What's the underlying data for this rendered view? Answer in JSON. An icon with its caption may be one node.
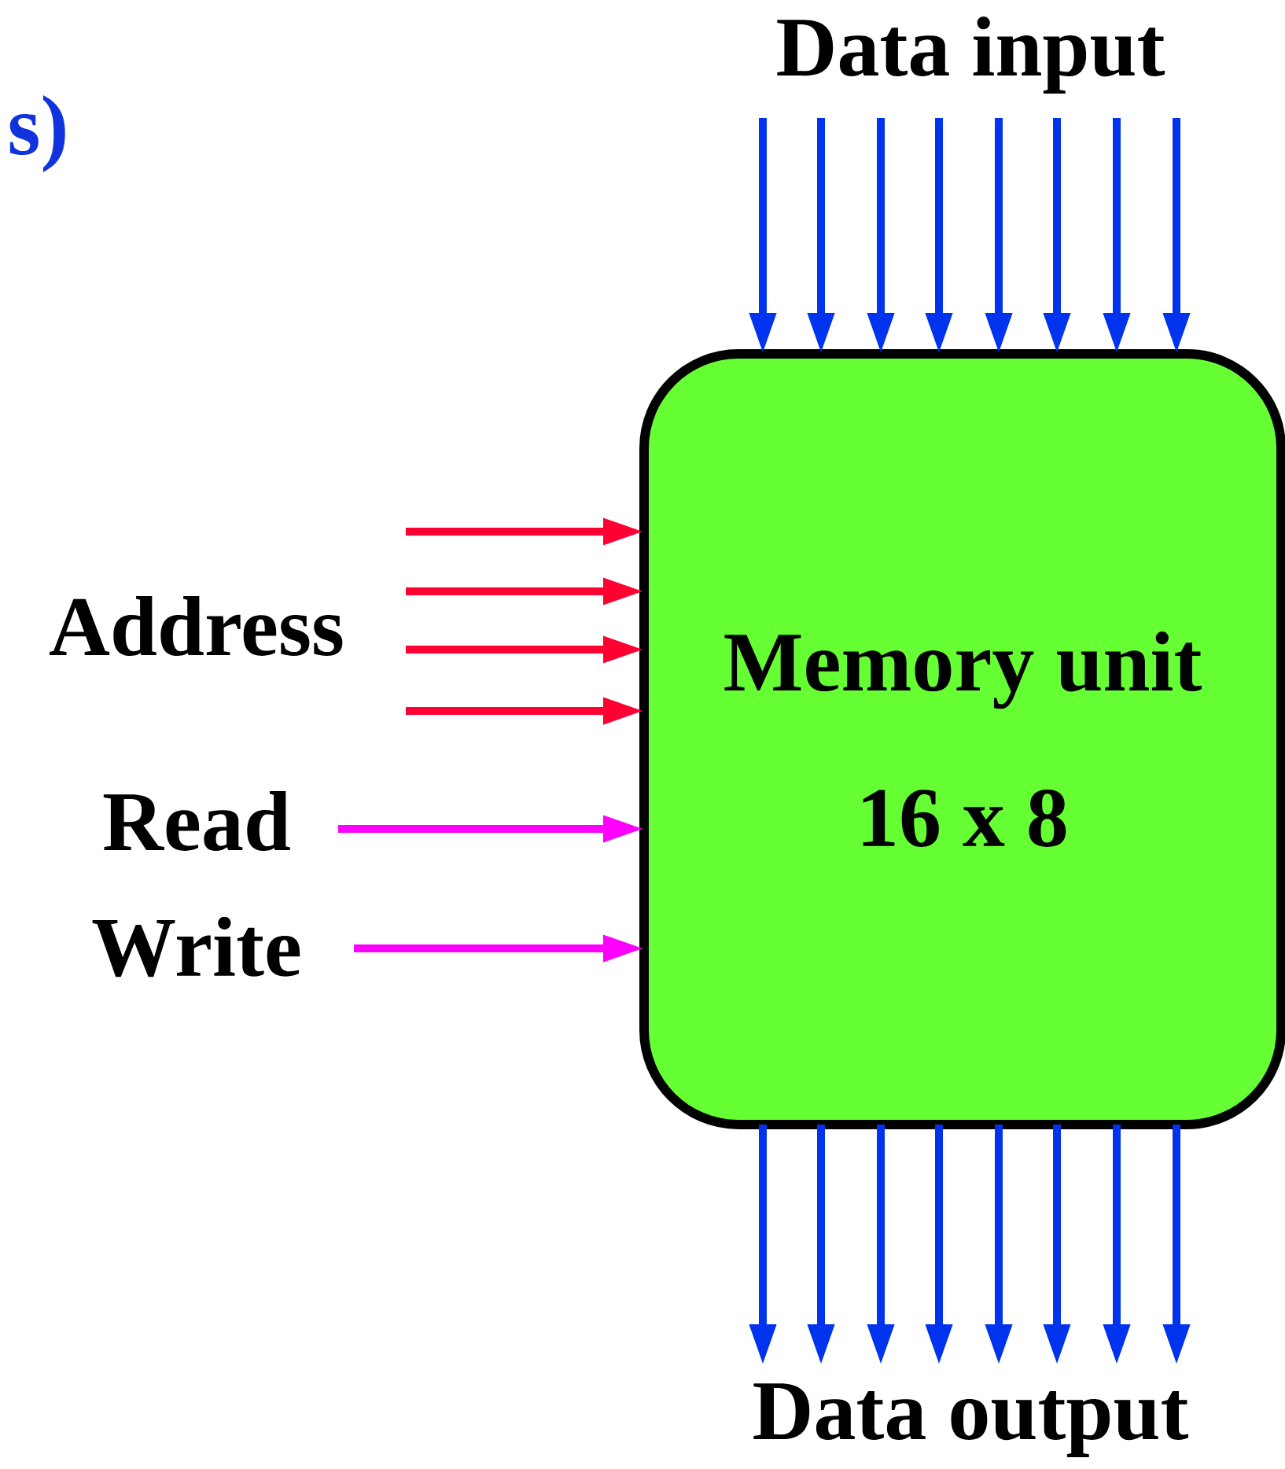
{
  "diagram": {
    "title": "s)",
    "nodes": [
      {
        "text": [
          "Memory unit",
          "16 x 8"
        ]
      },
      {
        "text": [
          "Data input"
        ]
      },
      {
        "text": [
          "Address"
        ]
      },
      {
        "text": [
          "Read"
        ]
      },
      {
        "text": [
          "Write"
        ]
      },
      {
        "text": [
          "Data output"
        ]
      }
    ],
    "edges": [
      {
        "from": 1,
        "to": 0,
        "arrow": "to"
      },
      {
        "from": 1,
        "to": 0,
        "arrow": "to"
      },
      {
        "from": 1,
        "to": 0,
        "arrow": "to"
      },
      {
        "from": 1,
        "to": 0,
        "arrow": "to"
      },
      {
        "from": 1,
        "to": 0,
        "arrow": "to"
      },
      {
        "from": 1,
        "to": 0,
        "arrow": "to"
      },
      {
        "from": 1,
        "to": 0,
        "arrow": "to"
      },
      {
        "from": 1,
        "to": 0,
        "arrow": "to"
      },
      {
        "from": 2,
        "to": 0,
        "arrow": "to",
        "color": "#ff0033"
      },
      {
        "from": 2,
        "to": 0,
        "arrow": "to",
        "color": "#ff0033"
      },
      {
        "from": 2,
        "to": 0,
        "arrow": "to",
        "color": "#ff0033"
      },
      {
        "from": 2,
        "to": 0,
        "arrow": "to",
        "color": "#ff0033"
      },
      {
        "from": 3,
        "to": 0,
        "arrow": "to",
        "color": "#ff00ff"
      },
      {
        "from": 4,
        "to": 0,
        "arrow": "to",
        "color": "#ff00ff"
      },
      {
        "from": 0,
        "to": 5,
        "arrow": "to"
      },
      {
        "from": 0,
        "to": 5,
        "arrow": "to"
      },
      {
        "from": 0,
        "to": 5,
        "arrow": "to"
      },
      {
        "from": 0,
        "to": 5,
        "arrow": "to"
      },
      {
        "from": 0,
        "to": 5,
        "arrow": "to"
      },
      {
        "from": 0,
        "to": 5,
        "arrow": "to"
      },
      {
        "from": 0,
        "to": 5,
        "arrow": "to"
      },
      {
        "from": 0,
        "to": 5,
        "arrow": "to"
      }
    ]
  }
}
